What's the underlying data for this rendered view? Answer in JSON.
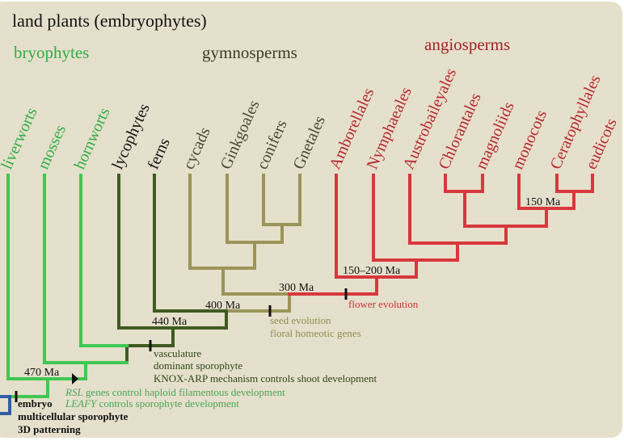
{
  "title": "land plants (embryophytes)",
  "groups": {
    "bryophytes": "bryophytes",
    "gymnosperms": "gymnosperms",
    "angiosperms": "angiosperms"
  },
  "taxa": [
    "liverworts",
    "mosses",
    "hornworts",
    "lycophytes",
    "ferns",
    "cycads",
    "Ginkgoales",
    "conifers",
    "Gnetales",
    "Amborellales",
    "Nymphaeales",
    "Austrobaileyales",
    "Chlorantales",
    "magnoliids",
    "monocots",
    "Ceratophyllales",
    "eudicots"
  ],
  "ages": {
    "a470": "470 Ma",
    "a440": "440 Ma",
    "a400": "400 Ma",
    "a300": "300 Ma",
    "a150_200": "150–200 Ma",
    "a150": "150 Ma"
  },
  "notes": {
    "flower": "flower evolution",
    "seed": [
      "seed evolution",
      "floral homeotic genes"
    ],
    "vasc": [
      "vasculature",
      "dominant sporophyte",
      "KNOX-ARP mechanism controls shoot development"
    ],
    "rsl_italic": "RSL",
    "rsl_rest": " genes control haploid filamentous development",
    "leafy_italic": "LEAFY",
    "leafy_rest": " controls sporophyte development",
    "embryo": [
      "embryo",
      "multicellular sporophyte",
      "3D patterning"
    ]
  },
  "colors": {
    "bryo": "#3fc852",
    "vascular": "#3f5b22",
    "gymno": "#9b9459",
    "angio": "#d8383e",
    "root": "#2f5ea6",
    "bg": "#e5e0cb"
  }
}
